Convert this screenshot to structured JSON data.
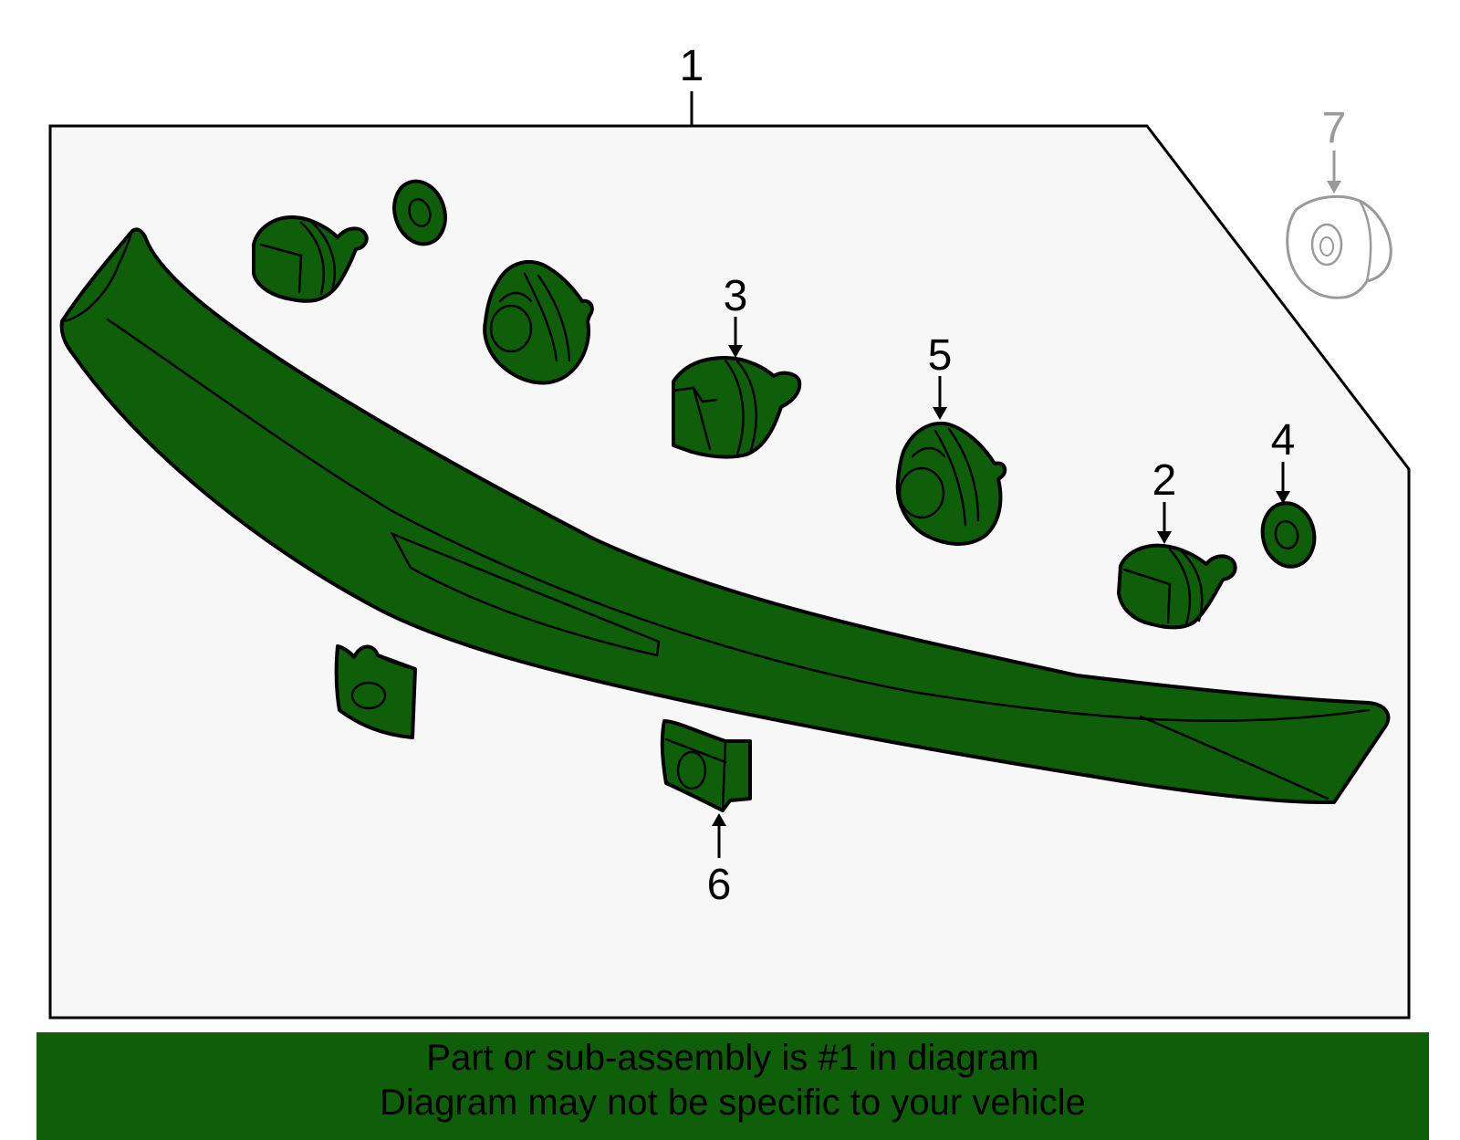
{
  "callouts": {
    "c1": "1",
    "c2": "2",
    "c3": "3",
    "c4": "4",
    "c5": "5",
    "c6": "6",
    "c7": "7"
  },
  "banner": {
    "line1": "Part or sub-assembly is #1 in diagram",
    "line2": "Diagram may not be specific to your vehicle"
  },
  "colors": {
    "part_fill": "#0f5e0a",
    "panel_bg": "#f7f7f7",
    "banner_bg": "#0f5e0a",
    "reference_part": "#9a9a9a"
  }
}
